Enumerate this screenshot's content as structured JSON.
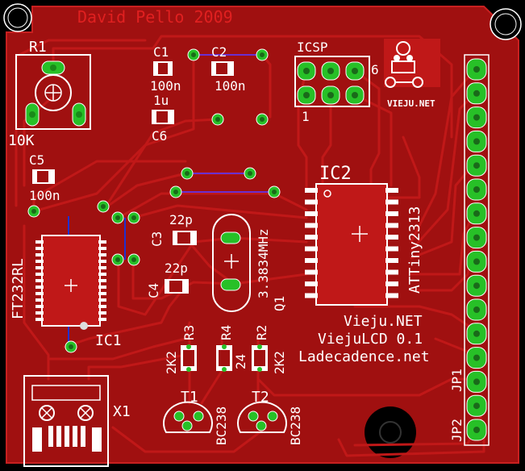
{
  "colors": {
    "background": "#000000",
    "copper": "#a01010",
    "trace": "#c01818",
    "pad": "#27c027",
    "silkscreen": "#ffffff",
    "label_red": "#e02020",
    "via_bottom": "#5a1fa8"
  },
  "texts": {
    "author": "David Pello 2009",
    "r1": "R1",
    "r1_val": "10K",
    "c1": "C1",
    "c2": "C2",
    "c1_val": "100n",
    "c2_val": "100n",
    "c6_val": "1u",
    "c6": "C6",
    "c5": "C5",
    "c5_val": "100n",
    "icsp": "ICSP",
    "icsp_pin6": "6",
    "icsp_pin1": "1",
    "logo": "VIEJU.NET",
    "ic2": "IC2",
    "attiny": "ATTiny2313",
    "c3": "C3",
    "c3_val": "22p",
    "c4": "C4",
    "c4_val": "22p",
    "crystal": "3.3834MHz",
    "q1": "Q1",
    "ft232": "FT232RL",
    "ic1": "IC1",
    "r3": "R3",
    "r4": "R4",
    "r2": "R2",
    "r3_val": "2K2",
    "r4_val": "24",
    "r2_val": "2K2",
    "t1": "T1",
    "t2": "T2",
    "bc1": "BC238",
    "bc2": "BC238",
    "x1": "X1",
    "jp1": "JP1",
    "jp2": "JP2",
    "info1": "Vieju.NET",
    "info2": "ViejuLCD 0.1",
    "info3": "Ladecadence.net"
  }
}
